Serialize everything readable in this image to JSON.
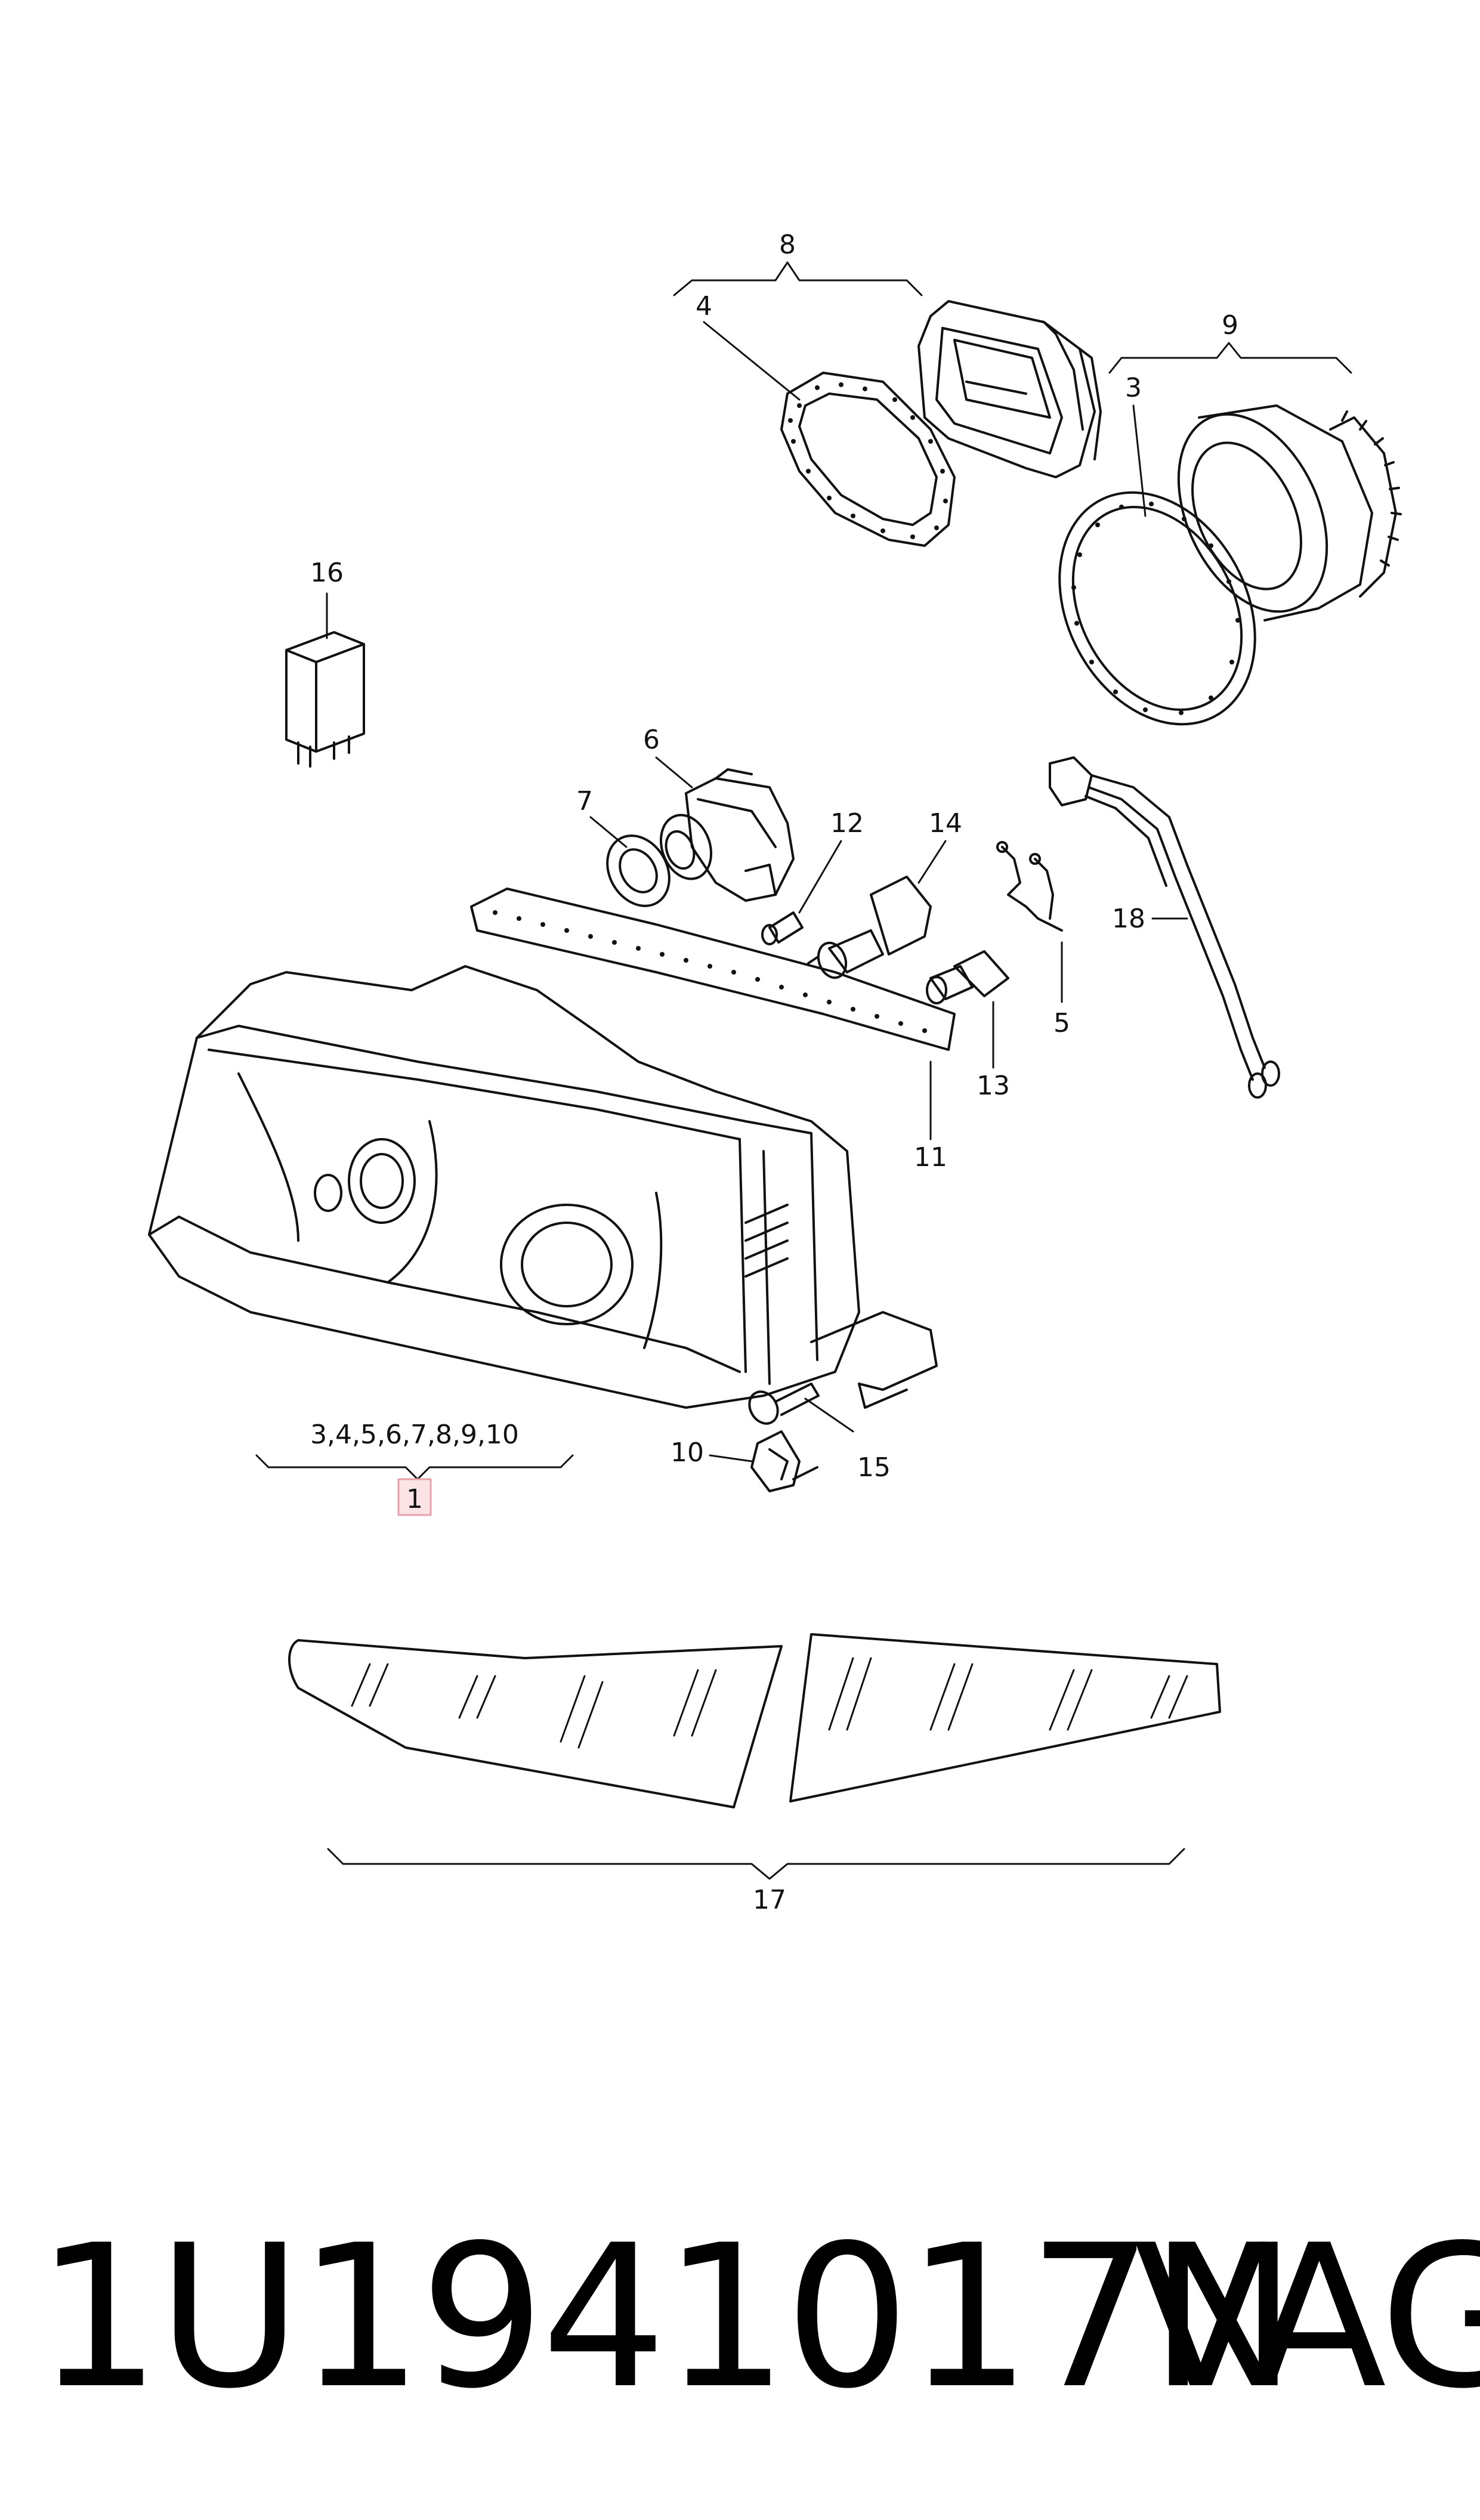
{
  "diagram": {
    "callouts": {
      "c1": "1",
      "c1_group": "3,4,5,6,7,8,9,10",
      "c3": "3",
      "c4": "4",
      "c5": "5",
      "c6": "6",
      "c7": "7",
      "c8": "8",
      "c9": "9",
      "c10": "10",
      "c11": "11",
      "c12": "12",
      "c13": "13",
      "c14": "14",
      "c15": "15",
      "c16": "16",
      "c17": "17",
      "c18": "18"
    },
    "highlight_color": "#e8a0a8",
    "line_color": "#111111"
  },
  "footer": {
    "part_number": "1U1941017N",
    "brand": "VAG"
  }
}
